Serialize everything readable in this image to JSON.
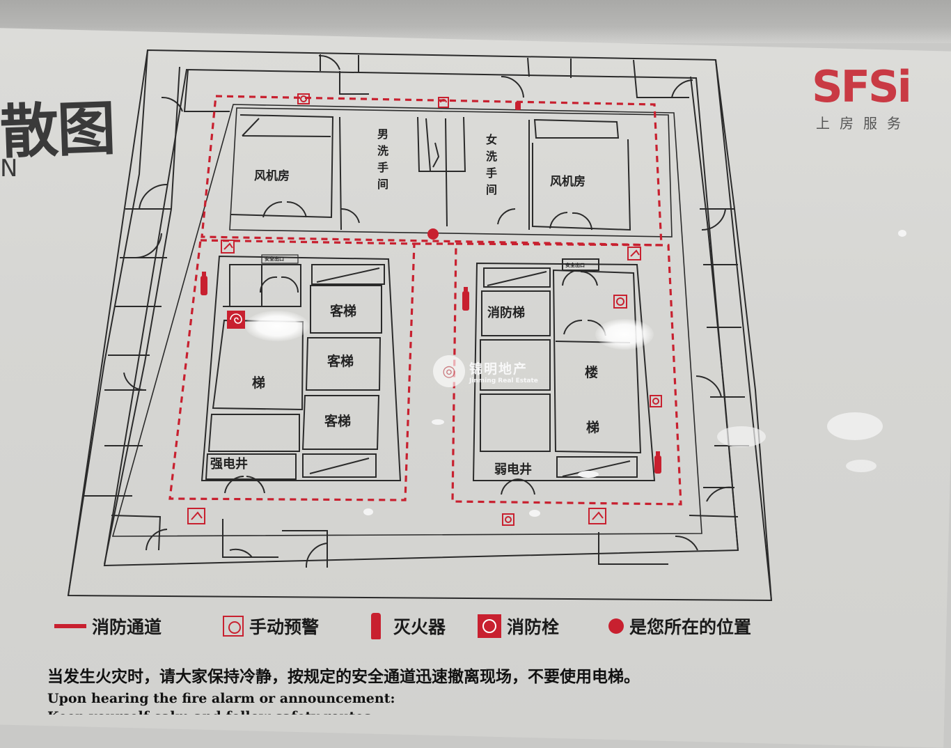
{
  "sign": {
    "title_partial": "散图",
    "subtitle_partial": "N",
    "brand": {
      "name": "SFSi",
      "tagline": "上房服务",
      "color": "#c93a44"
    }
  },
  "rooms": {
    "fan_room_left": "风机房",
    "fan_room_right": "风机房",
    "men_washroom": [
      "男",
      "洗",
      "手",
      "间"
    ],
    "women_washroom": [
      "女",
      "洗",
      "手",
      "间"
    ],
    "passenger_elevator_1": "客梯",
    "passenger_elevator_2": "客梯",
    "passenger_elevator_3": "客梯",
    "fire_elevator": "消防梯",
    "stair_left": "梯",
    "stair_right_top": "楼",
    "stair_right_bottom": "梯",
    "power_shaft": "强电井",
    "weak_shaft": "弱电井",
    "exit_sign_left": "安全出口",
    "exit_sign_right": "安全出口"
  },
  "legend": [
    {
      "label": "消防通道",
      "icon": "fire-route-line-icon"
    },
    {
      "label": "手动预警",
      "icon": "manual-alarm-icon"
    },
    {
      "label": "灭火器",
      "icon": "fire-extinguisher-icon"
    },
    {
      "label": "消防栓",
      "icon": "fire-hydrant-icon"
    },
    {
      "label": "是您所在的位置",
      "icon": "you-are-here-dot-icon"
    }
  ],
  "notice": {
    "chinese": "当发生火灾时，请大家保持冷静，按规定的安全通道迅速撤离现场，不要使用电梯。",
    "english_line1": "Upon hearing the fire alarm or announcement:",
    "english_line2": "Keep yourself calm and follow safety routes"
  },
  "watermark": {
    "cn": "锦明地产",
    "en": "Jinming Real Estate"
  },
  "colors": {
    "accent_red": "#c8202f",
    "line": "#2a2a2a",
    "board": "#d8d8d5"
  }
}
